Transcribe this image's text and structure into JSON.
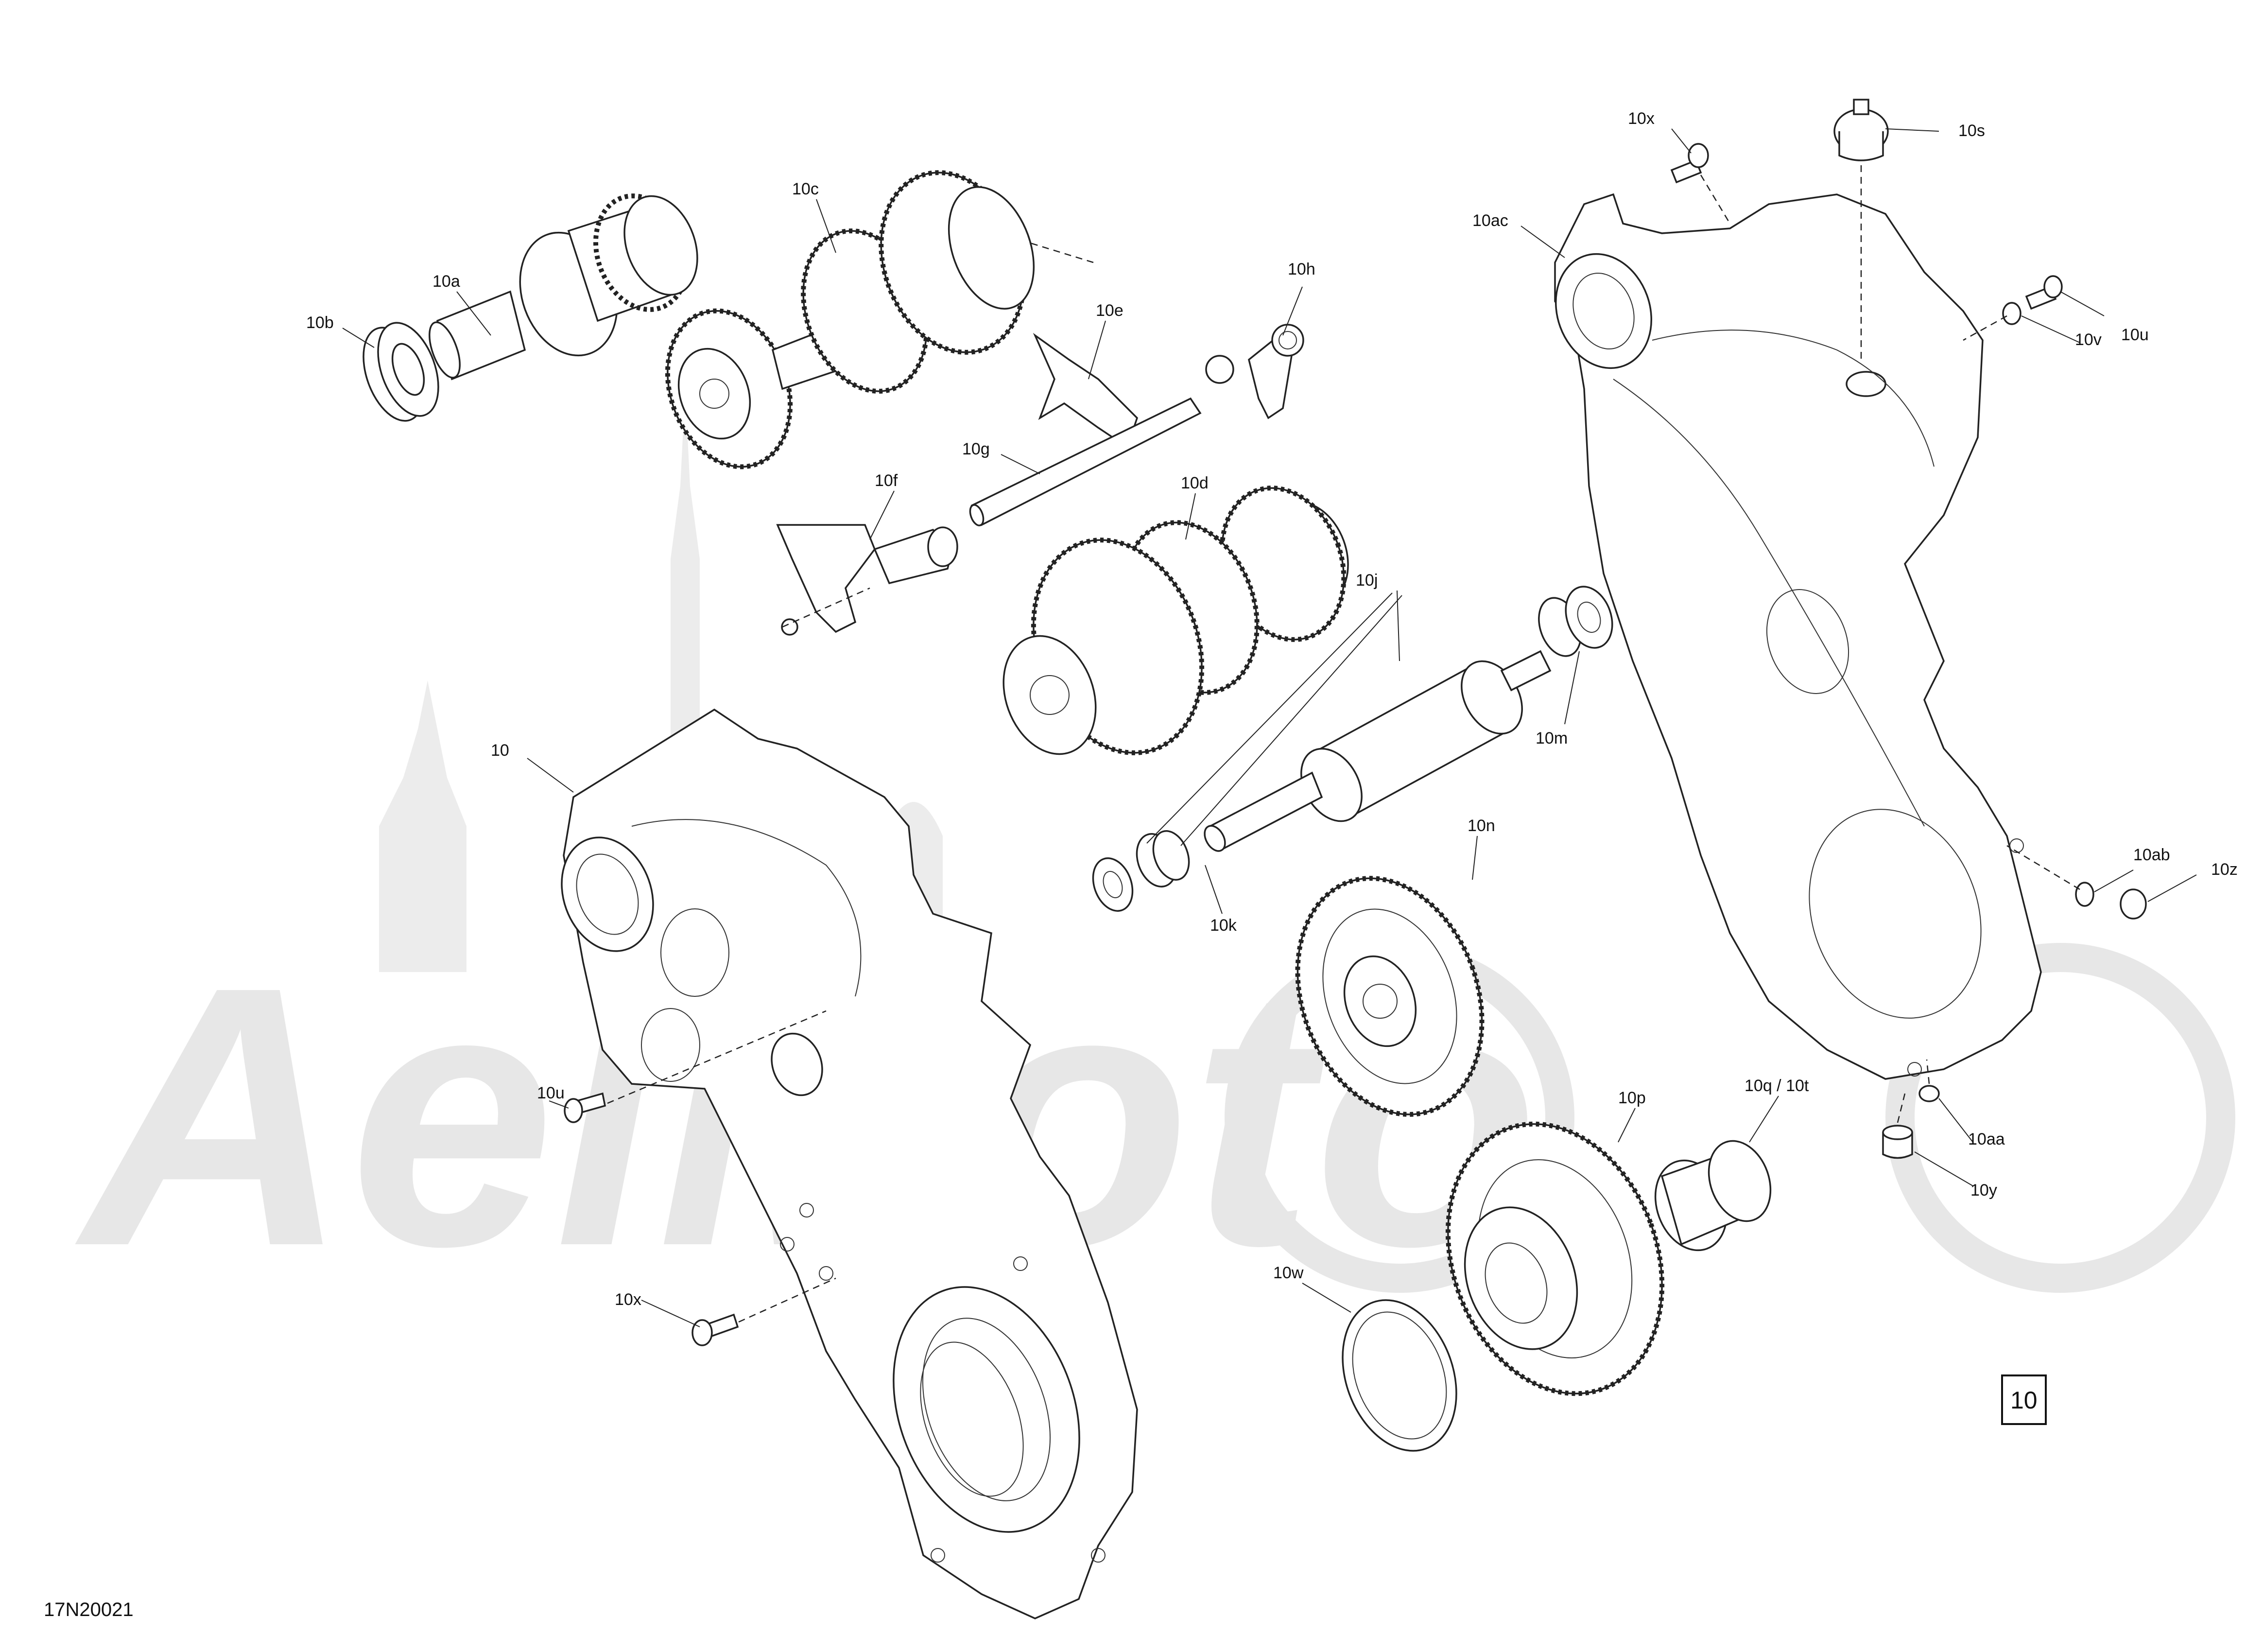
{
  "watermark": "AelMoto",
  "diagram_code": "17N20021",
  "page_box": "10",
  "callouts": [
    {
      "id": "10a",
      "label": "10a"
    },
    {
      "id": "10b",
      "label": "10b"
    },
    {
      "id": "10c",
      "label": "10c"
    },
    {
      "id": "10e",
      "label": "10e"
    },
    {
      "id": "10h",
      "label": "10h"
    },
    {
      "id": "10g",
      "label": "10g"
    },
    {
      "id": "10f",
      "label": "10f"
    },
    {
      "id": "10d",
      "label": "10d"
    },
    {
      "id": "10j",
      "label": "10j"
    },
    {
      "id": "10m",
      "label": "10m"
    },
    {
      "id": "10k",
      "label": "10k"
    },
    {
      "id": "10",
      "label": "10"
    },
    {
      "id": "10u_left",
      "label": "10u"
    },
    {
      "id": "10x_left",
      "label": "10x"
    },
    {
      "id": "10n",
      "label": "10n"
    },
    {
      "id": "10p",
      "label": "10p"
    },
    {
      "id": "10q_10t",
      "label": "10q / 10t"
    },
    {
      "id": "10w",
      "label": "10w"
    },
    {
      "id": "10x_right",
      "label": "10x"
    },
    {
      "id": "10s",
      "label": "10s"
    },
    {
      "id": "10ac",
      "label": "10ac"
    },
    {
      "id": "10u_right",
      "label": "10u"
    },
    {
      "id": "10v",
      "label": "10v"
    },
    {
      "id": "10ab",
      "label": "10ab"
    },
    {
      "id": "10z",
      "label": "10z"
    },
    {
      "id": "10aa",
      "label": "10aa"
    },
    {
      "id": "10y",
      "label": "10y"
    }
  ]
}
